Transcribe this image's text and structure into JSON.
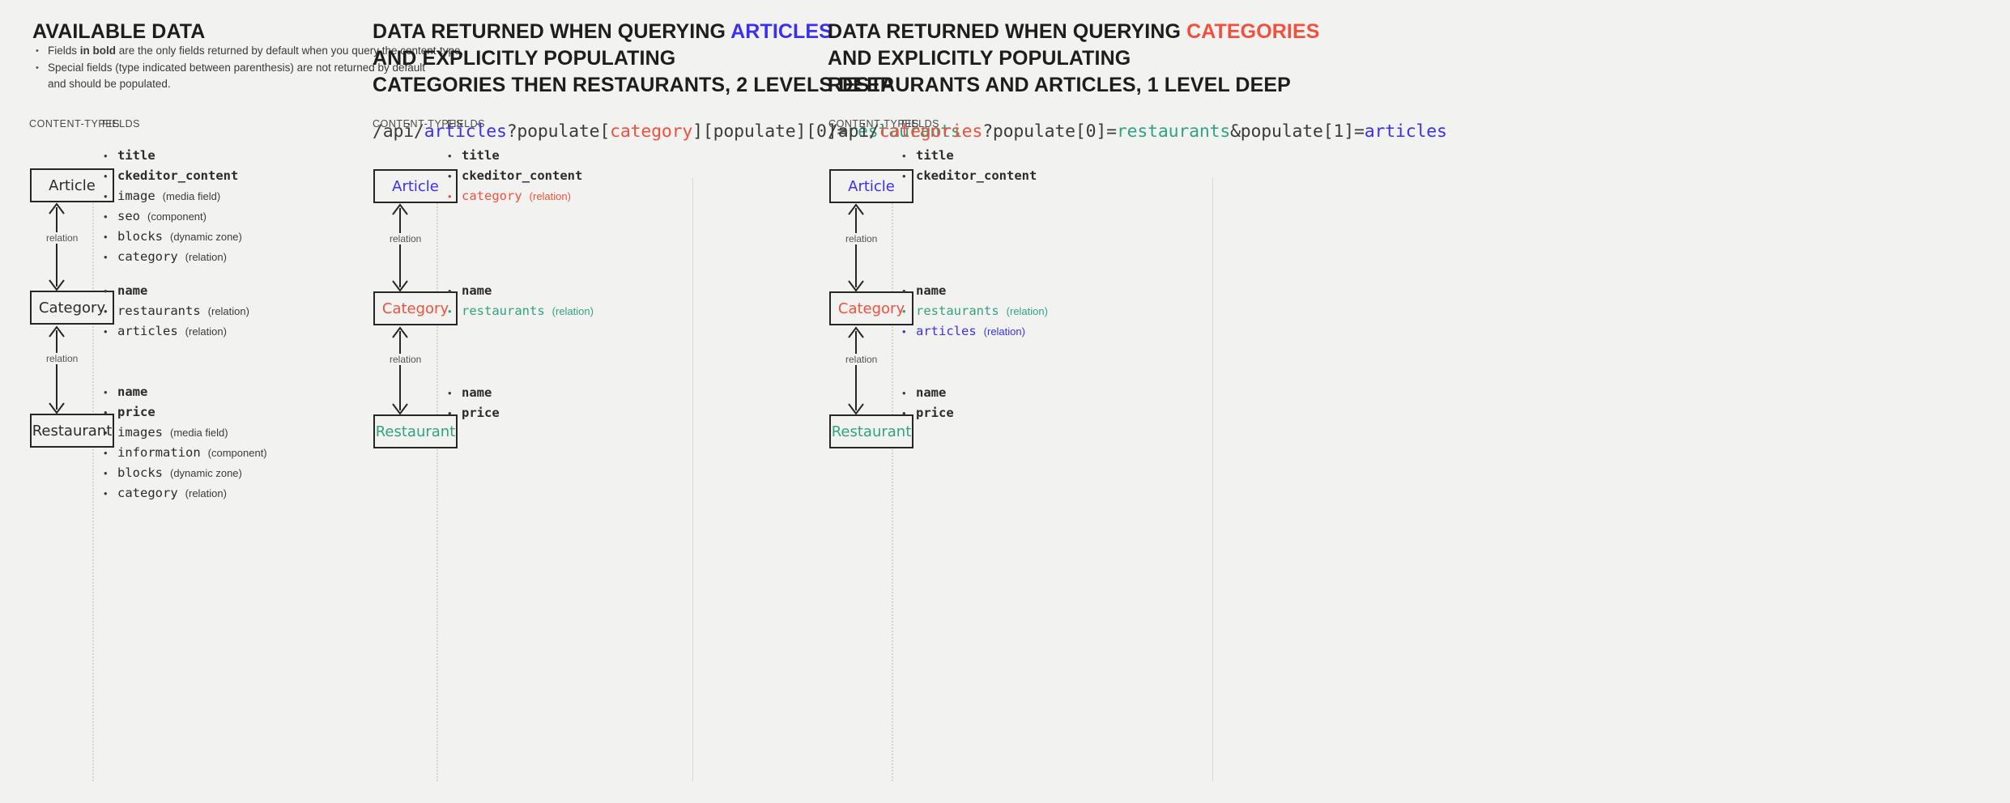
{
  "palette": {
    "background": "#f2f2f1",
    "text": "#2b2b2b",
    "articles_blue": "#3b30f0",
    "categories_red": "#f0503c",
    "restaurants_teal": "#2fa383",
    "box_border": "#262626",
    "divider": "#d5d5d2"
  },
  "columns": [
    {
      "id": "available-data",
      "title_plain": "AVAILABLE DATA",
      "notes": [
        "Fields in bold are the only fields returned by default when you query the content-type.",
        "Special fields (type indicated between parenthesis) are not returned by default and should be populated."
      ],
      "note_bold_fragment": "in bold",
      "subheads": {
        "content_types": "CONTENT-TYPES",
        "fields": "FIELDS"
      },
      "relation_labels": [
        "relation",
        "relation"
      ],
      "entities": [
        {
          "name": "Article",
          "color": "default",
          "fields": [
            {
              "name": "title",
              "type": "",
              "bold": true,
              "color": "default"
            },
            {
              "name": "ckeditor_content",
              "type": "",
              "bold": true,
              "color": "default"
            },
            {
              "name": "image",
              "type": "(media field)",
              "bold": false,
              "color": "default"
            },
            {
              "name": "seo",
              "type": "(component)",
              "bold": false,
              "color": "default"
            },
            {
              "name": "blocks",
              "type": "(dynamic zone)",
              "bold": false,
              "color": "default"
            },
            {
              "name": "category",
              "type": "(relation)",
              "bold": false,
              "color": "default"
            }
          ]
        },
        {
          "name": "Category",
          "color": "default",
          "fields": [
            {
              "name": "name",
              "type": "",
              "bold": true,
              "color": "default"
            },
            {
              "name": "restaurants",
              "type": "(relation)",
              "bold": false,
              "color": "default"
            },
            {
              "name": "articles",
              "type": "(relation)",
              "bold": false,
              "color": "default"
            }
          ]
        },
        {
          "name": "Restaurant",
          "color": "default",
          "fields": [
            {
              "name": "name",
              "type": "",
              "bold": true,
              "color": "default"
            },
            {
              "name": "price",
              "type": "",
              "bold": true,
              "color": "default"
            },
            {
              "name": "images",
              "type": "(media field)",
              "bold": false,
              "color": "default"
            },
            {
              "name": "information",
              "type": "(component)",
              "bold": false,
              "color": "default"
            },
            {
              "name": "blocks",
              "type": "(dynamic zone)",
              "bold": false,
              "color": "default"
            },
            {
              "name": "category",
              "type": "(relation)",
              "bold": false,
              "color": "default"
            }
          ]
        }
      ]
    },
    {
      "id": "querying-articles",
      "title_lines": [
        [
          {
            "t": "DATA RETURNED WHEN QUERYING ",
            "c": "default"
          },
          {
            "t": "ARTICLES",
            "c": "blue"
          }
        ],
        [
          {
            "t": "AND EXPLICITLY POPULATING",
            "c": "default"
          }
        ],
        [
          {
            "t": "CATEGORIES THEN RESTAURANTS, 2 LEVELS DEEP",
            "c": "default"
          }
        ]
      ],
      "query": [
        {
          "t": "/api/",
          "c": "default"
        },
        {
          "t": "articles",
          "c": "blue"
        },
        {
          "t": "?populate[",
          "c": "default"
        },
        {
          "t": "category",
          "c": "red"
        },
        {
          "t": "][populate][0]=",
          "c": "default"
        },
        {
          "t": "restaurants",
          "c": "teal"
        }
      ],
      "subheads": {
        "content_types": "CONTENT-TYPES",
        "fields": "FIELDS"
      },
      "relation_labels": [
        "relation",
        "relation"
      ],
      "entities": [
        {
          "name": "Article",
          "color": "blue",
          "fields": [
            {
              "name": "title",
              "type": "",
              "bold": true,
              "color": "default"
            },
            {
              "name": "ckeditor_content",
              "type": "",
              "bold": true,
              "color": "default"
            },
            {
              "name": "category",
              "type": "(relation)",
              "bold": false,
              "color": "red"
            }
          ]
        },
        {
          "name": "Category",
          "color": "red",
          "fields": [
            {
              "name": "name",
              "type": "",
              "bold": true,
              "color": "default"
            },
            {
              "name": "restaurants",
              "type": "(relation)",
              "bold": false,
              "color": "teal"
            }
          ]
        },
        {
          "name": "Restaurant",
          "color": "teal",
          "fields": [
            {
              "name": "name",
              "type": "",
              "bold": true,
              "color": "default"
            },
            {
              "name": "price",
              "type": "",
              "bold": true,
              "color": "default"
            }
          ]
        }
      ]
    },
    {
      "id": "querying-categories",
      "title_lines": [
        [
          {
            "t": "DATA RETURNED WHEN QUERYING ",
            "c": "default"
          },
          {
            "t": "CATEGORIES",
            "c": "red"
          }
        ],
        [
          {
            "t": "AND EXPLICITLY POPULATING",
            "c": "default"
          }
        ],
        [
          {
            "t": "RESTAURANTS AND ARTICLES, 1 LEVEL DEEP",
            "c": "default"
          }
        ]
      ],
      "query": [
        {
          "t": "/api/",
          "c": "default"
        },
        {
          "t": "categories",
          "c": "red"
        },
        {
          "t": "?populate[0]=",
          "c": "default"
        },
        {
          "t": "restaurants",
          "c": "teal"
        },
        {
          "t": "&populate[1]=",
          "c": "default"
        },
        {
          "t": "articles",
          "c": "blue"
        }
      ],
      "subheads": {
        "content_types": "CONTENT-TYPES",
        "fields": "FIELDS"
      },
      "relation_labels": [
        "relation",
        "relation"
      ],
      "entities": [
        {
          "name": "Article",
          "color": "blue",
          "fields": [
            {
              "name": "title",
              "type": "",
              "bold": true,
              "color": "default"
            },
            {
              "name": "ckeditor_content",
              "type": "",
              "bold": true,
              "color": "default"
            }
          ]
        },
        {
          "name": "Category",
          "color": "red",
          "fields": [
            {
              "name": "name",
              "type": "",
              "bold": true,
              "color": "default"
            },
            {
              "name": "restaurants",
              "type": "(relation)",
              "bold": false,
              "color": "teal"
            },
            {
              "name": "articles",
              "type": "(relation)",
              "bold": false,
              "color": "blue"
            }
          ]
        },
        {
          "name": "Restaurant",
          "color": "teal",
          "fields": [
            {
              "name": "name",
              "type": "",
              "bold": true,
              "color": "default"
            },
            {
              "name": "price",
              "type": "",
              "bold": true,
              "color": "default"
            }
          ]
        }
      ]
    }
  ]
}
